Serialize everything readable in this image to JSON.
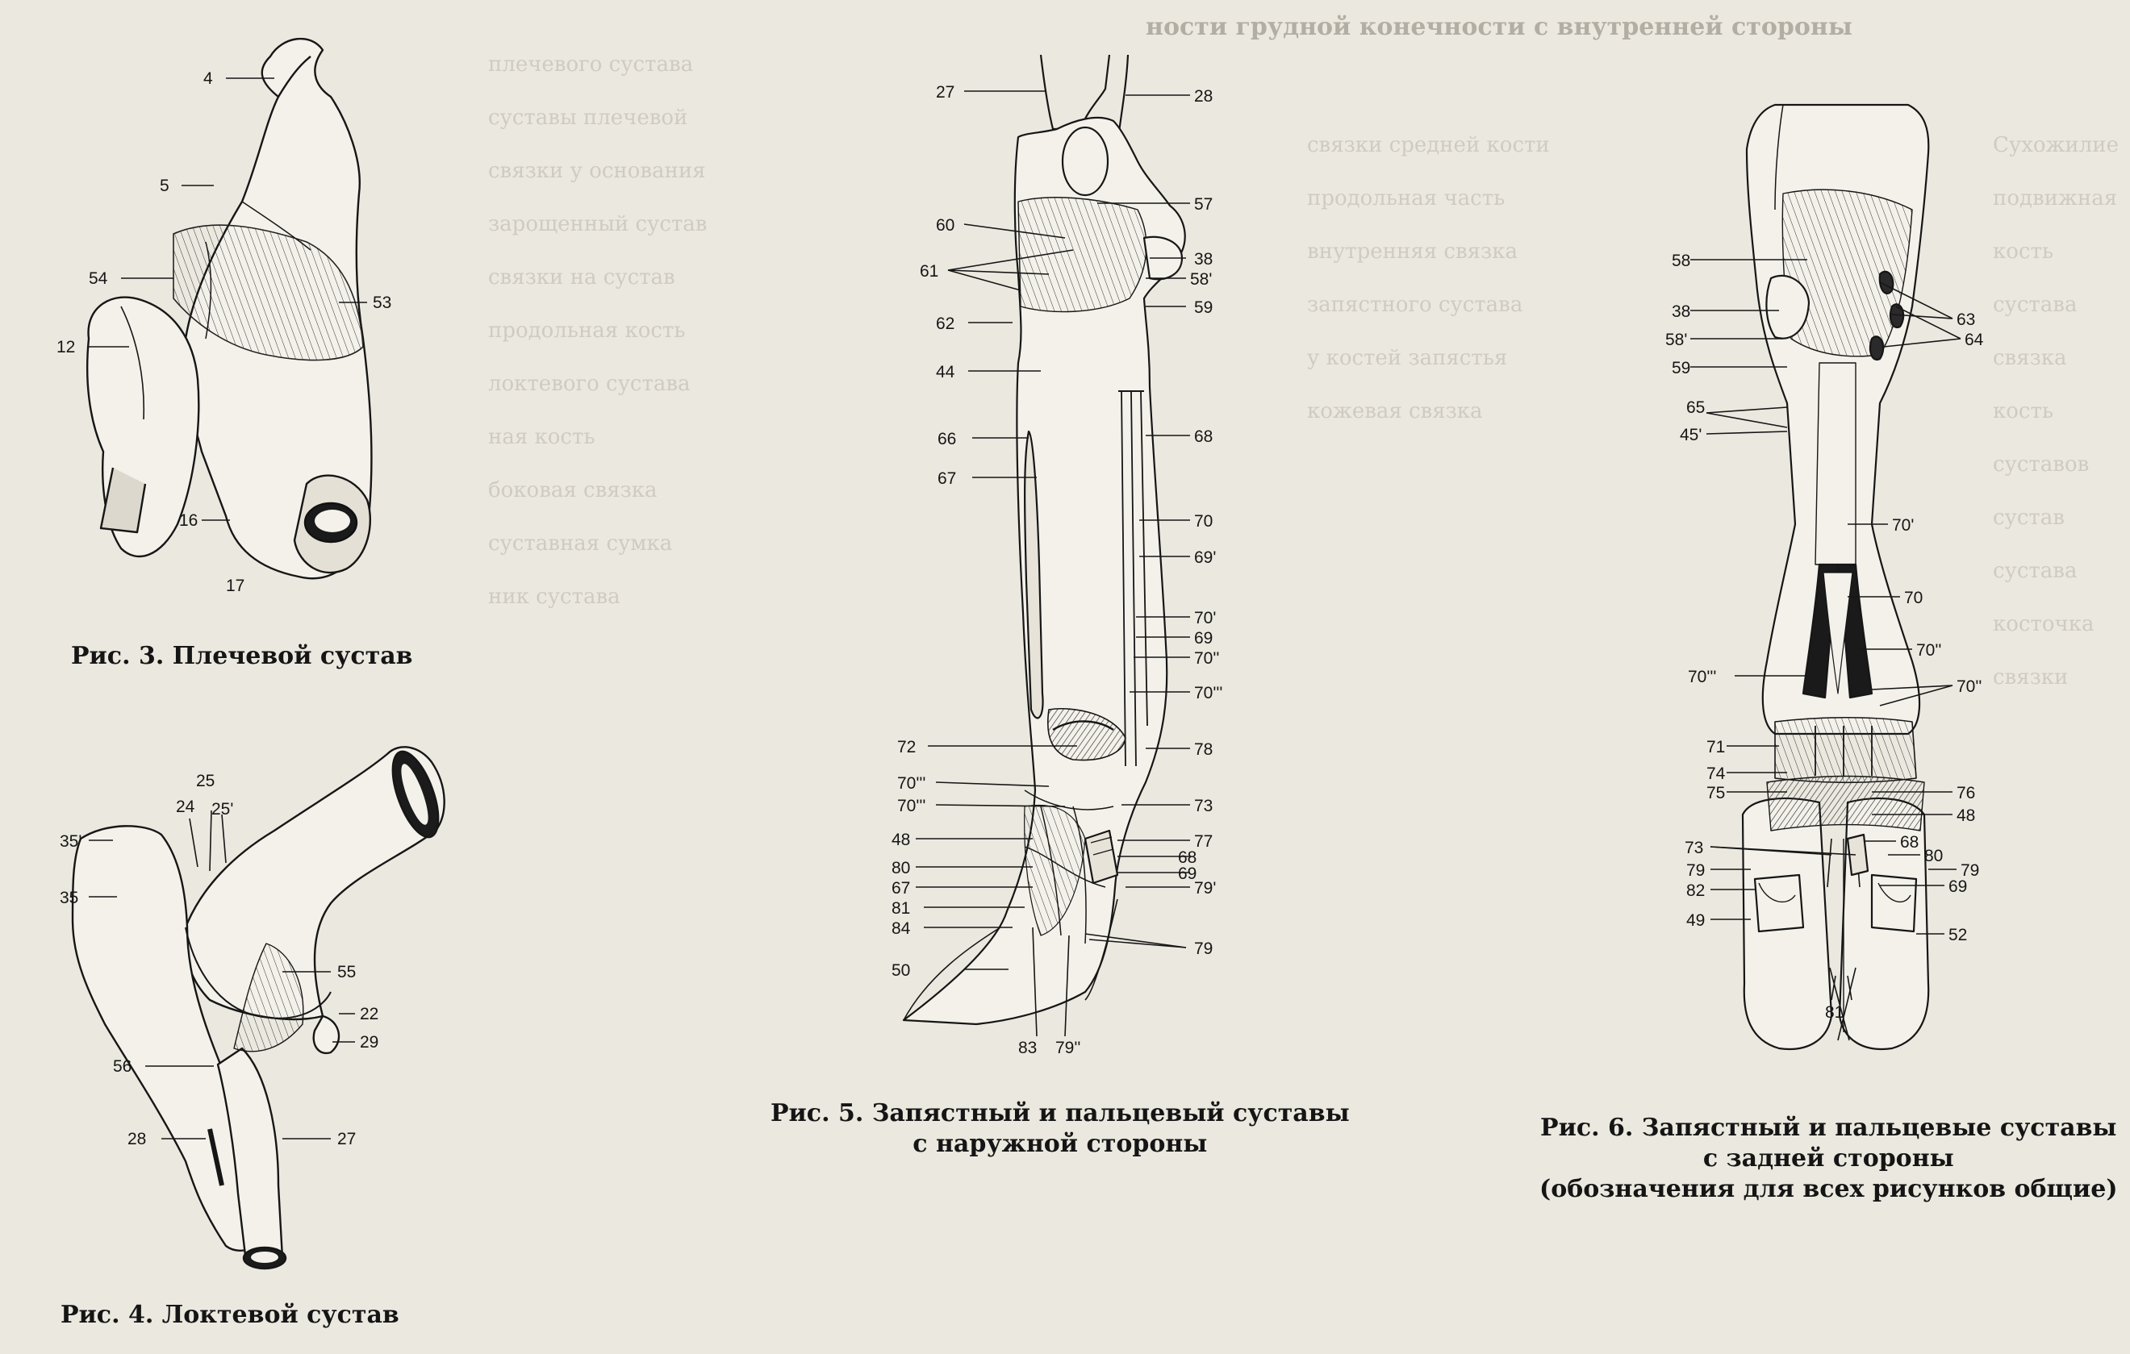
{
  "captions": {
    "fig3": "Рис. 3. Плечевой сустав",
    "fig4": "Рис. 4. Локтевой сустав",
    "fig5": [
      "Рис. 5. Запястный и пальцевый суставы",
      "с наружной стороны"
    ],
    "fig6": [
      "Рис. 6. Запястный и пальцевые суставы",
      "с задней стороны",
      "(обозначения для всех рисунков общие)"
    ]
  },
  "background_text": {
    "header": "ности грудной конечности с внутренней стороны",
    "col1": [
      "плечевого сустава",
      "суставы плечевой",
      "связки у основания",
      "зарощенный сустав",
      "связки на сустав",
      "продольная кость",
      "локтевого сустава",
      "ная кость",
      "боковая связка",
      "суставная сумка",
      "ник сустава"
    ],
    "col2": [
      "связки средней кости",
      "продольная часть",
      "внутренняя связка",
      "запястного сустава",
      "у костей запястья",
      "кожевая связка"
    ],
    "col3": [
      "Сухожилие",
      "подвижная",
      "кость",
      "сустава",
      "связка",
      "кость",
      "суставов",
      "сустав",
      "сустава",
      "косточка",
      "связки"
    ]
  },
  "figures": {
    "fig3": {
      "labels": [
        {
          "id": "4",
          "text": "4"
        },
        {
          "id": "5",
          "text": "5"
        },
        {
          "id": "54",
          "text": "54"
        },
        {
          "id": "53",
          "text": "53"
        },
        {
          "id": "12",
          "text": "12"
        },
        {
          "id": "16",
          "text": "16"
        },
        {
          "id": "17",
          "text": "17"
        }
      ]
    },
    "fig4": {
      "labels": [
        {
          "id": "25",
          "text": "25"
        },
        {
          "id": "24",
          "text": "24"
        },
        {
          "id": "25p",
          "text": "25'"
        },
        {
          "id": "35p",
          "text": "35'"
        },
        {
          "id": "35",
          "text": "35"
        },
        {
          "id": "55",
          "text": "55"
        },
        {
          "id": "22",
          "text": "22"
        },
        {
          "id": "29",
          "text": "29"
        },
        {
          "id": "56",
          "text": "56"
        },
        {
          "id": "28",
          "text": "28"
        },
        {
          "id": "27",
          "text": "27"
        }
      ]
    },
    "fig5": {
      "labels": [
        {
          "id": "27",
          "text": "27"
        },
        {
          "id": "28",
          "text": "28"
        },
        {
          "id": "60",
          "text": "60"
        },
        {
          "id": "57",
          "text": "57"
        },
        {
          "id": "61",
          "text": "61"
        },
        {
          "id": "38",
          "text": "38"
        },
        {
          "id": "58p",
          "text": "58'"
        },
        {
          "id": "59",
          "text": "59"
        },
        {
          "id": "62",
          "text": "62"
        },
        {
          "id": "44",
          "text": "44"
        },
        {
          "id": "66",
          "text": "66"
        },
        {
          "id": "68",
          "text": "68"
        },
        {
          "id": "67",
          "text": "67"
        },
        {
          "id": "70",
          "text": "70"
        },
        {
          "id": "69p",
          "text": "69'"
        },
        {
          "id": "70p",
          "text": "70'"
        },
        {
          "id": "69",
          "text": "69"
        },
        {
          "id": "70pp",
          "text": "70''"
        },
        {
          "id": "70ppp",
          "text": "70'''"
        },
        {
          "id": "72",
          "text": "72"
        },
        {
          "id": "78",
          "text": "78"
        },
        {
          "id": "70ppp_b",
          "text": "70'''"
        },
        {
          "id": "70ppp_c",
          "text": "70'''"
        },
        {
          "id": "73",
          "text": "73"
        },
        {
          "id": "48",
          "text": "48"
        },
        {
          "id": "77",
          "text": "77"
        },
        {
          "id": "80",
          "text": "80"
        },
        {
          "id": "68b",
          "text": "68"
        },
        {
          "id": "69b",
          "text": "69"
        },
        {
          "id": "67b",
          "text": "67"
        },
        {
          "id": "79p",
          "text": "79'"
        },
        {
          "id": "81",
          "text": "81"
        },
        {
          "id": "84",
          "text": "84"
        },
        {
          "id": "79",
          "text": "79"
        },
        {
          "id": "50",
          "text": "50"
        },
        {
          "id": "83",
          "text": "83"
        },
        {
          "id": "79pp",
          "text": "79''"
        }
      ]
    },
    "fig6": {
      "labels": [
        {
          "id": "58",
          "text": "58"
        },
        {
          "id": "38",
          "text": "38"
        },
        {
          "id": "63",
          "text": "63"
        },
        {
          "id": "64",
          "text": "64"
        },
        {
          "id": "58p",
          "text": "58'"
        },
        {
          "id": "59",
          "text": "59"
        },
        {
          "id": "65",
          "text": "65"
        },
        {
          "id": "45p",
          "text": "45'"
        },
        {
          "id": "70p",
          "text": "70'"
        },
        {
          "id": "70",
          "text": "70"
        },
        {
          "id": "70pp",
          "text": "70''"
        },
        {
          "id": "70ppp",
          "text": "70'''"
        },
        {
          "id": "70pp_b",
          "text": "70''"
        },
        {
          "id": "71",
          "text": "71"
        },
        {
          "id": "74",
          "text": "74"
        },
        {
          "id": "75",
          "text": "75"
        },
        {
          "id": "76",
          "text": "76"
        },
        {
          "id": "48",
          "text": "48"
        },
        {
          "id": "73",
          "text": "73"
        },
        {
          "id": "68",
          "text": "68"
        },
        {
          "id": "80",
          "text": "80"
        },
        {
          "id": "79a",
          "text": "79"
        },
        {
          "id": "79b",
          "text": "79"
        },
        {
          "id": "82",
          "text": "82"
        },
        {
          "id": "69",
          "text": "69"
        },
        {
          "id": "49",
          "text": "49"
        },
        {
          "id": "52",
          "text": "52"
        },
        {
          "id": "81",
          "text": "81"
        }
      ]
    }
  },
  "colors": {
    "paper": "#ebe8df",
    "ink": "#161616",
    "shadow": "#4a4a4a"
  }
}
